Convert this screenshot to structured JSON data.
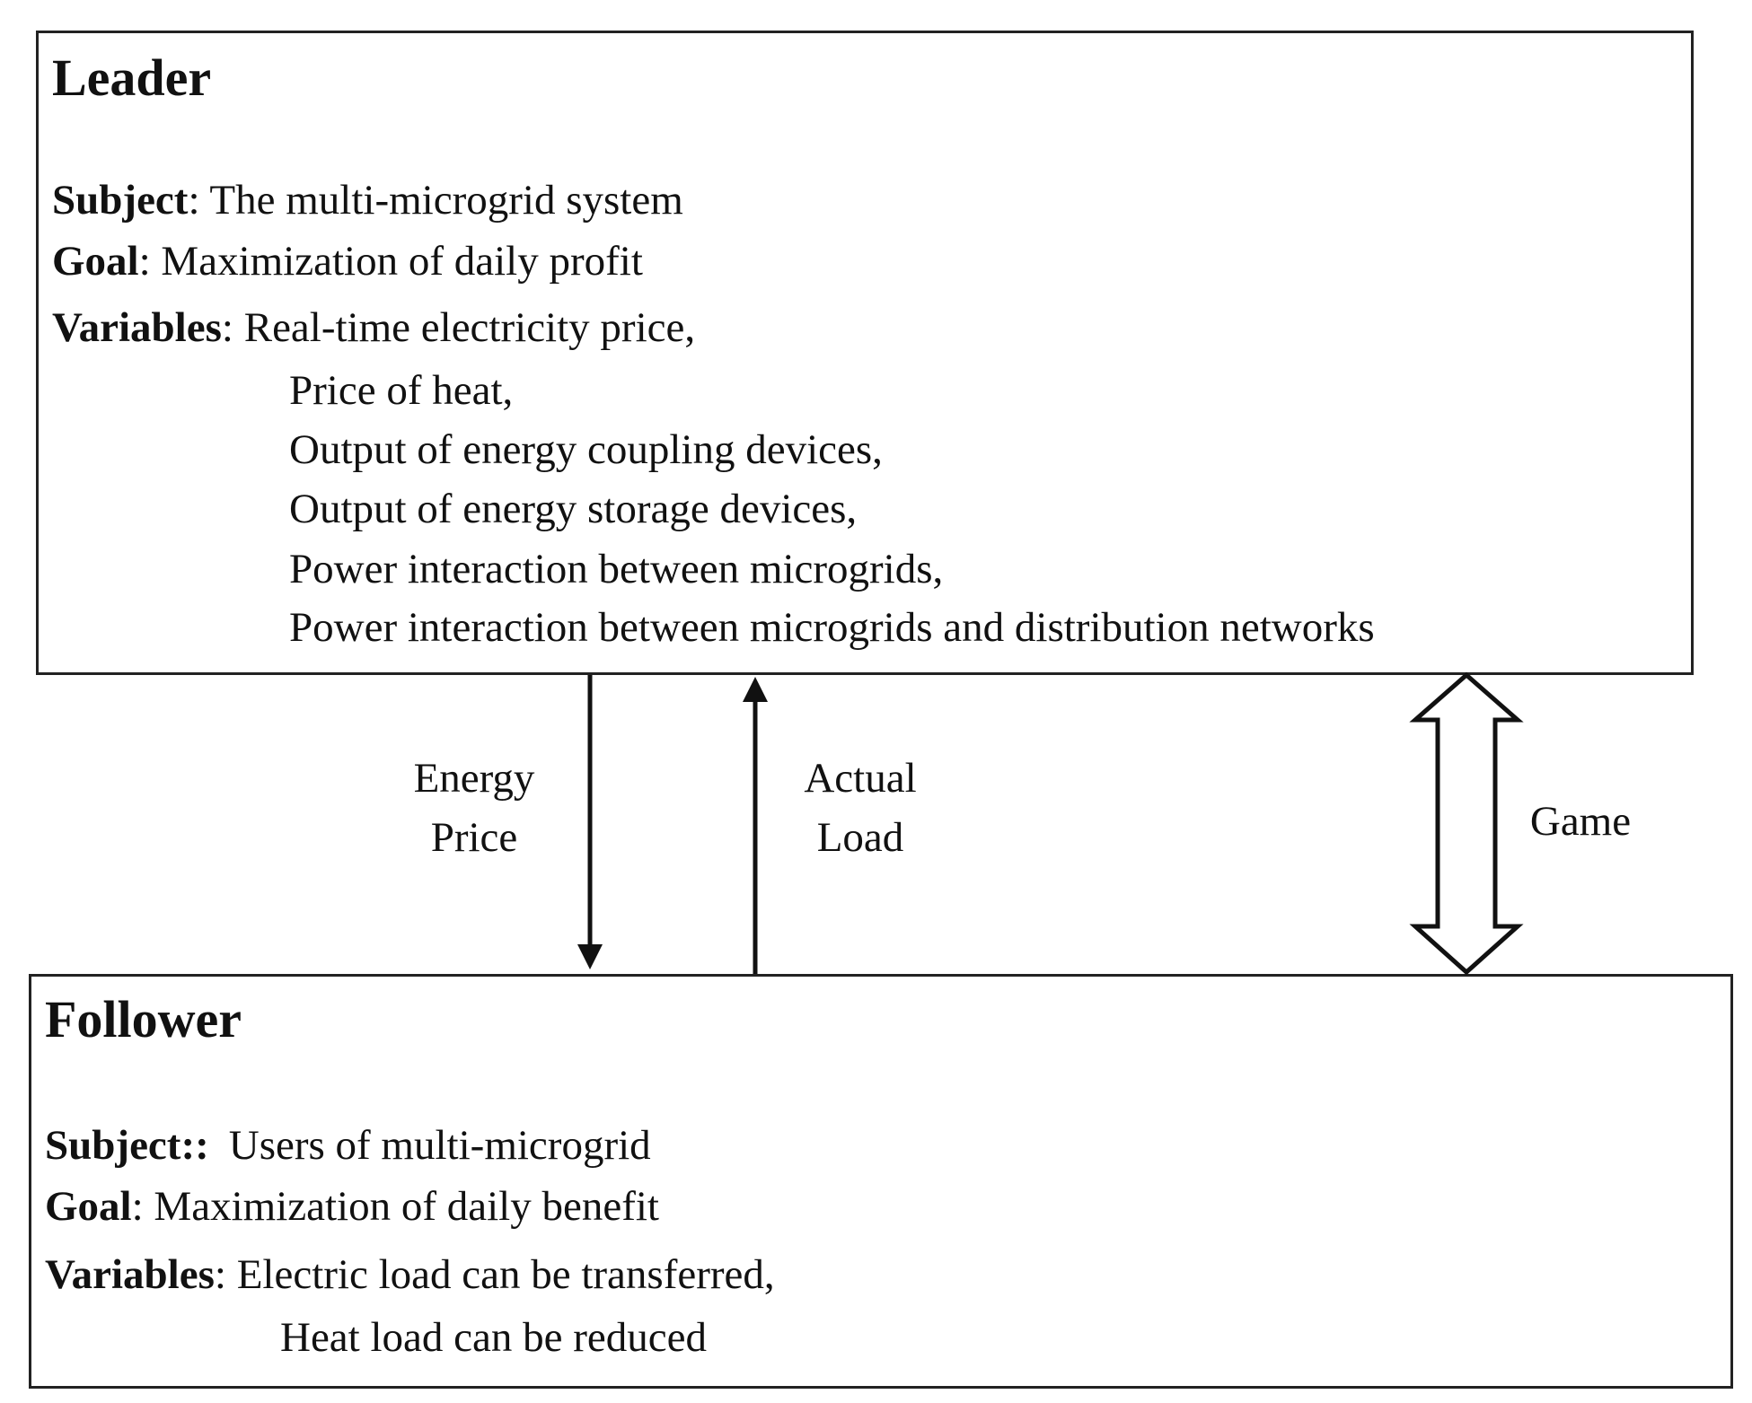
{
  "leader": {
    "title": "Leader",
    "subject_label": "Subject",
    "subject_value": ": The multi-microgrid system",
    "goal_label": "Goal",
    "goal_value": ": Maximization of daily profit",
    "variables_label": "Variables",
    "variables": [
      ": Real-time electricity price,",
      "Price of heat,",
      "Output of energy coupling devices,",
      "Output of energy storage devices,",
      "Power interaction between microgrids,",
      "Power interaction between microgrids and distribution networks"
    ]
  },
  "follower": {
    "title": "Follower",
    "subject_label": "Subject::",
    "subject_value": "Users of multi-microgrid",
    "goal_label": "Goal",
    "goal_value": ": Maximization of daily benefit",
    "variables_label": "Variables",
    "variables": [
      ": Electric load can be transferred,",
      "Heat load can be reduced"
    ]
  },
  "flows": {
    "energy_price": [
      "Energy",
      "Price"
    ],
    "actual_load": [
      "Actual",
      "Load"
    ],
    "game": "Game"
  }
}
